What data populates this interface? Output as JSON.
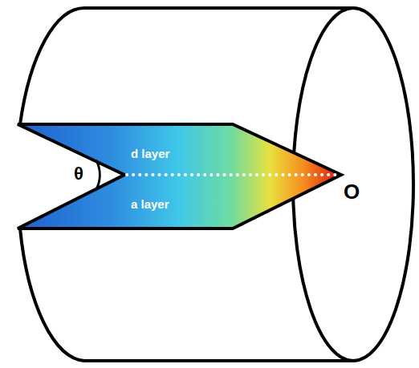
{
  "diagram": {
    "nodes": [
      {
        "text": [
          "d layer"
        ]
      },
      {
        "text": [
          "a layer"
        ]
      }
    ],
    "labels": [
      "θ",
      "O"
    ]
  }
}
